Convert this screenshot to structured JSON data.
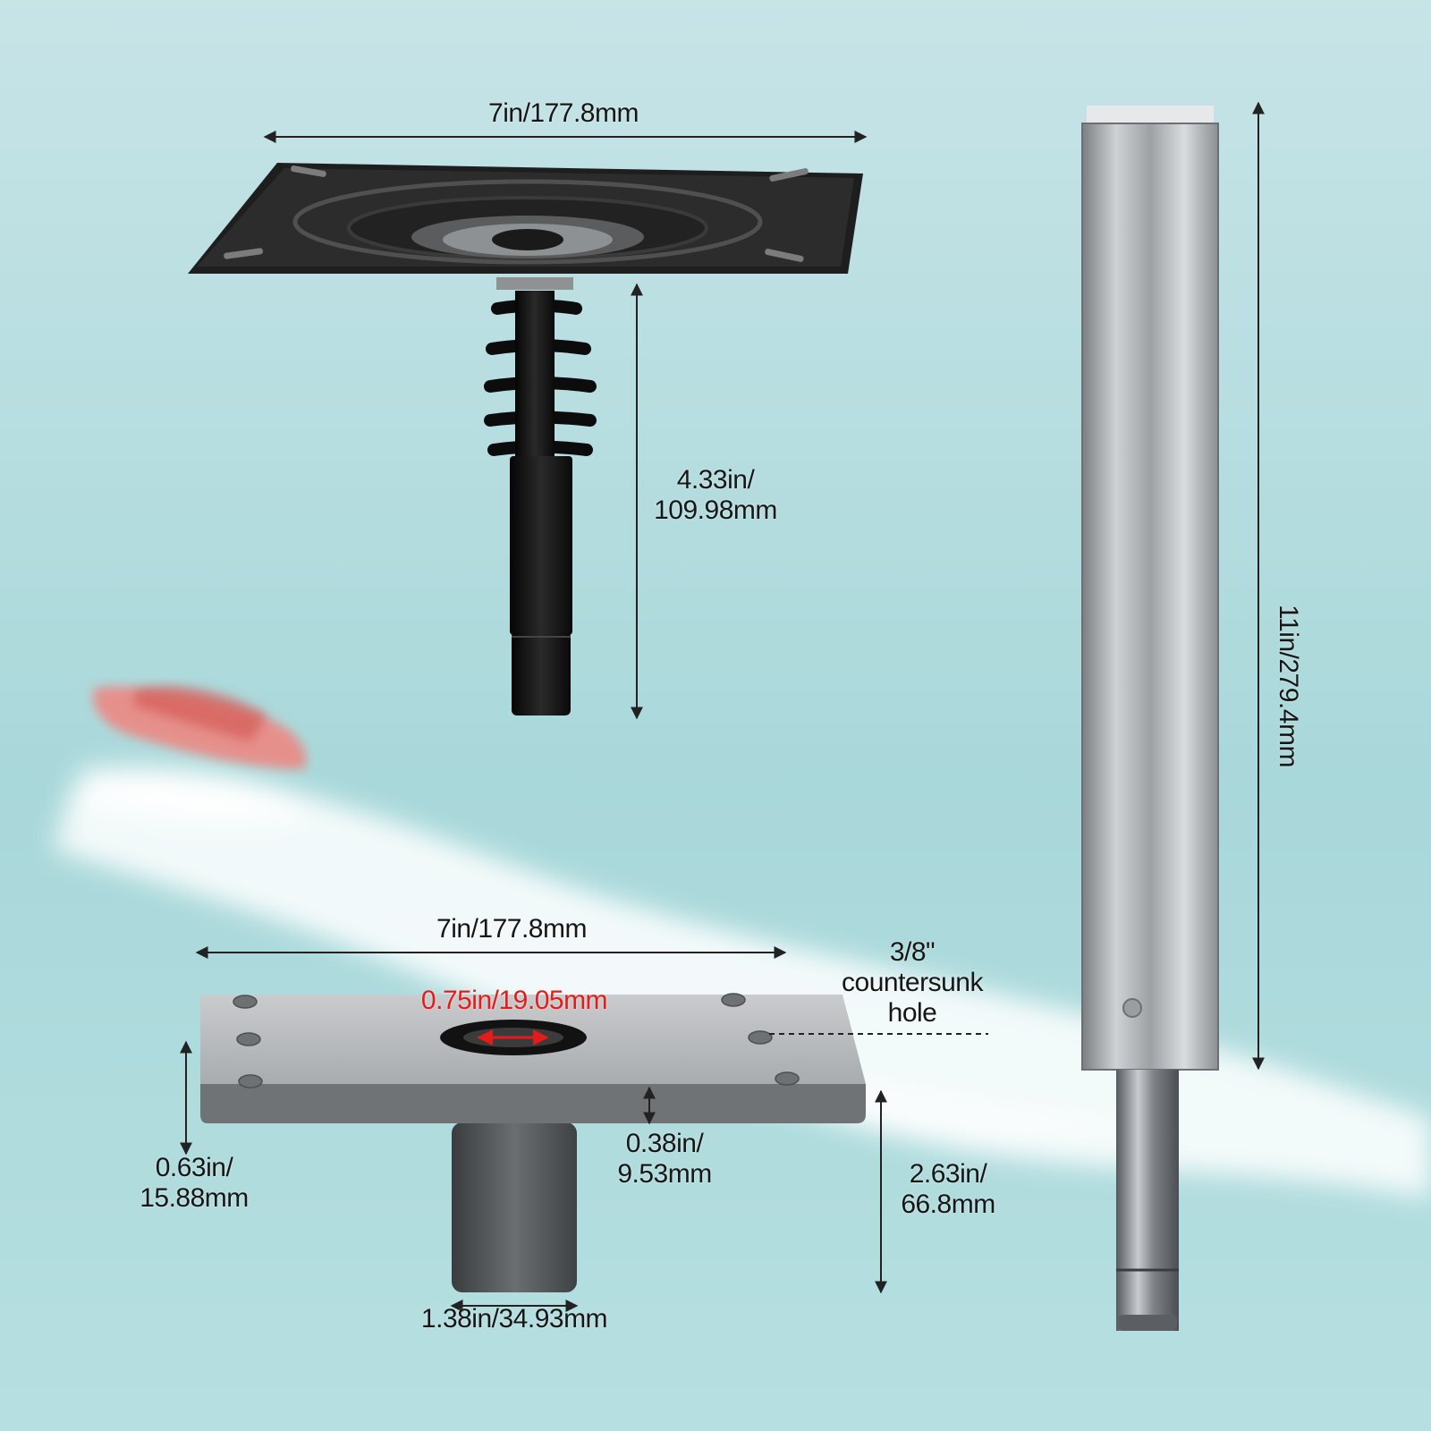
{
  "background": {
    "sky_color": "#bfe0e4",
    "sea_color": "#9fd3d6",
    "wake_color": "#ffffff",
    "boat_color": "#e98a86"
  },
  "swivel": {
    "width_label": "7in/177.8mm",
    "height_label_line1": "4.33in/",
    "height_label_line2": "109.98mm"
  },
  "pedestal": {
    "length_label": "11in/279.4mm"
  },
  "base": {
    "width_label": "7in/177.8mm",
    "center_hole_label": "0.75in/19.05mm",
    "hole_note_line1": "3/8\"",
    "hole_note_line2": "countersunk",
    "hole_note_line3": "hole",
    "plate_thickness_line1": "0.63in/",
    "plate_thickness_line2": "15.88mm",
    "rim_height_line1": "0.38in/",
    "rim_height_line2": "9.53mm",
    "post_height_line1": "2.63in/",
    "post_height_line2": "66.8mm",
    "post_diameter_label": "1.38in/34.93mm"
  }
}
